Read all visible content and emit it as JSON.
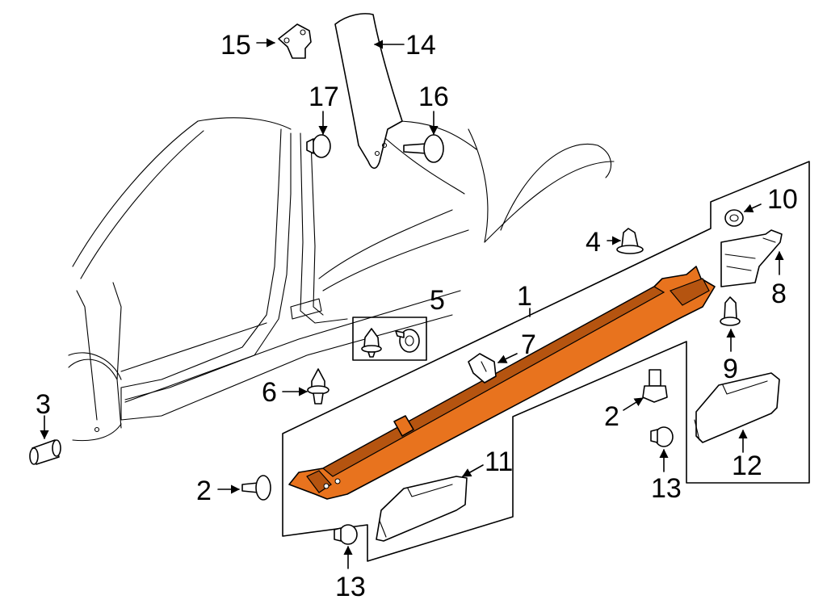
{
  "diagram": {
    "colors": {
      "highlight": "#e8731e",
      "line": "#000000",
      "background": "#ffffff"
    },
    "callouts": [
      {
        "label": "1"
      },
      {
        "label": "2"
      },
      {
        "label": "2"
      },
      {
        "label": "3"
      },
      {
        "label": "4"
      },
      {
        "label": "5"
      },
      {
        "label": "6"
      },
      {
        "label": "7"
      },
      {
        "label": "8"
      },
      {
        "label": "9"
      },
      {
        "label": "10"
      },
      {
        "label": "11"
      },
      {
        "label": "12"
      },
      {
        "label": "13"
      },
      {
        "label": "13"
      },
      {
        "label": "14"
      },
      {
        "label": "15"
      },
      {
        "label": "16"
      },
      {
        "label": "17"
      }
    ]
  }
}
